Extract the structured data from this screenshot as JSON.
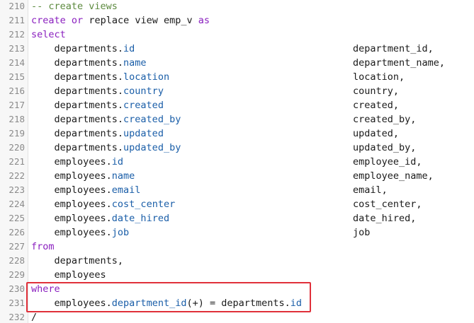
{
  "editor": {
    "lines": [
      {
        "no": "210",
        "parts": [
          {
            "t": "-- create views",
            "c": "comment"
          }
        ],
        "alias": ""
      },
      {
        "no": "211",
        "parts": [
          {
            "t": "create",
            "c": "kw"
          },
          {
            "t": " ",
            "c": ""
          },
          {
            "t": "or",
            "c": "kw"
          },
          {
            "t": " replace view emp_v ",
            "c": ""
          },
          {
            "t": "as",
            "c": "kw"
          }
        ],
        "alias": ""
      },
      {
        "no": "212",
        "parts": [
          {
            "t": "select",
            "c": "kw"
          }
        ],
        "alias": ""
      },
      {
        "no": "213",
        "parts": [
          {
            "t": "    departments.",
            "c": ""
          },
          {
            "t": "id",
            "c": "prop"
          }
        ],
        "alias": "department_id,"
      },
      {
        "no": "214",
        "parts": [
          {
            "t": "    departments.",
            "c": ""
          },
          {
            "t": "name",
            "c": "prop"
          }
        ],
        "alias": "department_name,"
      },
      {
        "no": "215",
        "parts": [
          {
            "t": "    departments.",
            "c": ""
          },
          {
            "t": "location",
            "c": "prop"
          }
        ],
        "alias": "location,"
      },
      {
        "no": "216",
        "parts": [
          {
            "t": "    departments.",
            "c": ""
          },
          {
            "t": "country",
            "c": "prop"
          }
        ],
        "alias": "country,"
      },
      {
        "no": "217",
        "parts": [
          {
            "t": "    departments.",
            "c": ""
          },
          {
            "t": "created",
            "c": "prop"
          }
        ],
        "alias": "created,"
      },
      {
        "no": "218",
        "parts": [
          {
            "t": "    departments.",
            "c": ""
          },
          {
            "t": "created_by",
            "c": "prop"
          }
        ],
        "alias": "created_by,"
      },
      {
        "no": "219",
        "parts": [
          {
            "t": "    departments.",
            "c": ""
          },
          {
            "t": "updated",
            "c": "prop"
          }
        ],
        "alias": "updated,"
      },
      {
        "no": "220",
        "parts": [
          {
            "t": "    departments.",
            "c": ""
          },
          {
            "t": "updated_by",
            "c": "prop"
          }
        ],
        "alias": "updated_by,"
      },
      {
        "no": "221",
        "parts": [
          {
            "t": "    employees.",
            "c": ""
          },
          {
            "t": "id",
            "c": "prop"
          }
        ],
        "alias": "employee_id,"
      },
      {
        "no": "222",
        "parts": [
          {
            "t": "    employees.",
            "c": ""
          },
          {
            "t": "name",
            "c": "prop"
          }
        ],
        "alias": "employee_name,"
      },
      {
        "no": "223",
        "parts": [
          {
            "t": "    employees.",
            "c": ""
          },
          {
            "t": "email",
            "c": "prop"
          }
        ],
        "alias": "email,"
      },
      {
        "no": "224",
        "parts": [
          {
            "t": "    employees.",
            "c": ""
          },
          {
            "t": "cost_center",
            "c": "prop"
          }
        ],
        "alias": "cost_center,"
      },
      {
        "no": "225",
        "parts": [
          {
            "t": "    employees.",
            "c": ""
          },
          {
            "t": "date_hired",
            "c": "prop"
          }
        ],
        "alias": "date_hired,"
      },
      {
        "no": "226",
        "parts": [
          {
            "t": "    employees.",
            "c": ""
          },
          {
            "t": "job",
            "c": "prop"
          }
        ],
        "alias": "job"
      },
      {
        "no": "227",
        "parts": [
          {
            "t": "from",
            "c": "kw"
          }
        ],
        "alias": ""
      },
      {
        "no": "228",
        "parts": [
          {
            "t": "    departments,",
            "c": ""
          }
        ],
        "alias": ""
      },
      {
        "no": "229",
        "parts": [
          {
            "t": "    employees",
            "c": ""
          }
        ],
        "alias": ""
      },
      {
        "no": "230",
        "parts": [
          {
            "t": "where",
            "c": "kw"
          }
        ],
        "alias": ""
      },
      {
        "no": "231",
        "parts": [
          {
            "t": "    employees.",
            "c": ""
          },
          {
            "t": "department_id",
            "c": "prop"
          },
          {
            "t": "(+) = departments.",
            "c": ""
          },
          {
            "t": "id",
            "c": "prop"
          }
        ],
        "alias": ""
      },
      {
        "no": "232",
        "parts": [
          {
            "t": "/",
            "c": ""
          }
        ],
        "alias": ""
      }
    ]
  },
  "colors": {
    "keyword": "#8a1fbf",
    "comment": "#5c8a3e",
    "property": "#1a5ea8",
    "highlight": "#e0303a"
  }
}
